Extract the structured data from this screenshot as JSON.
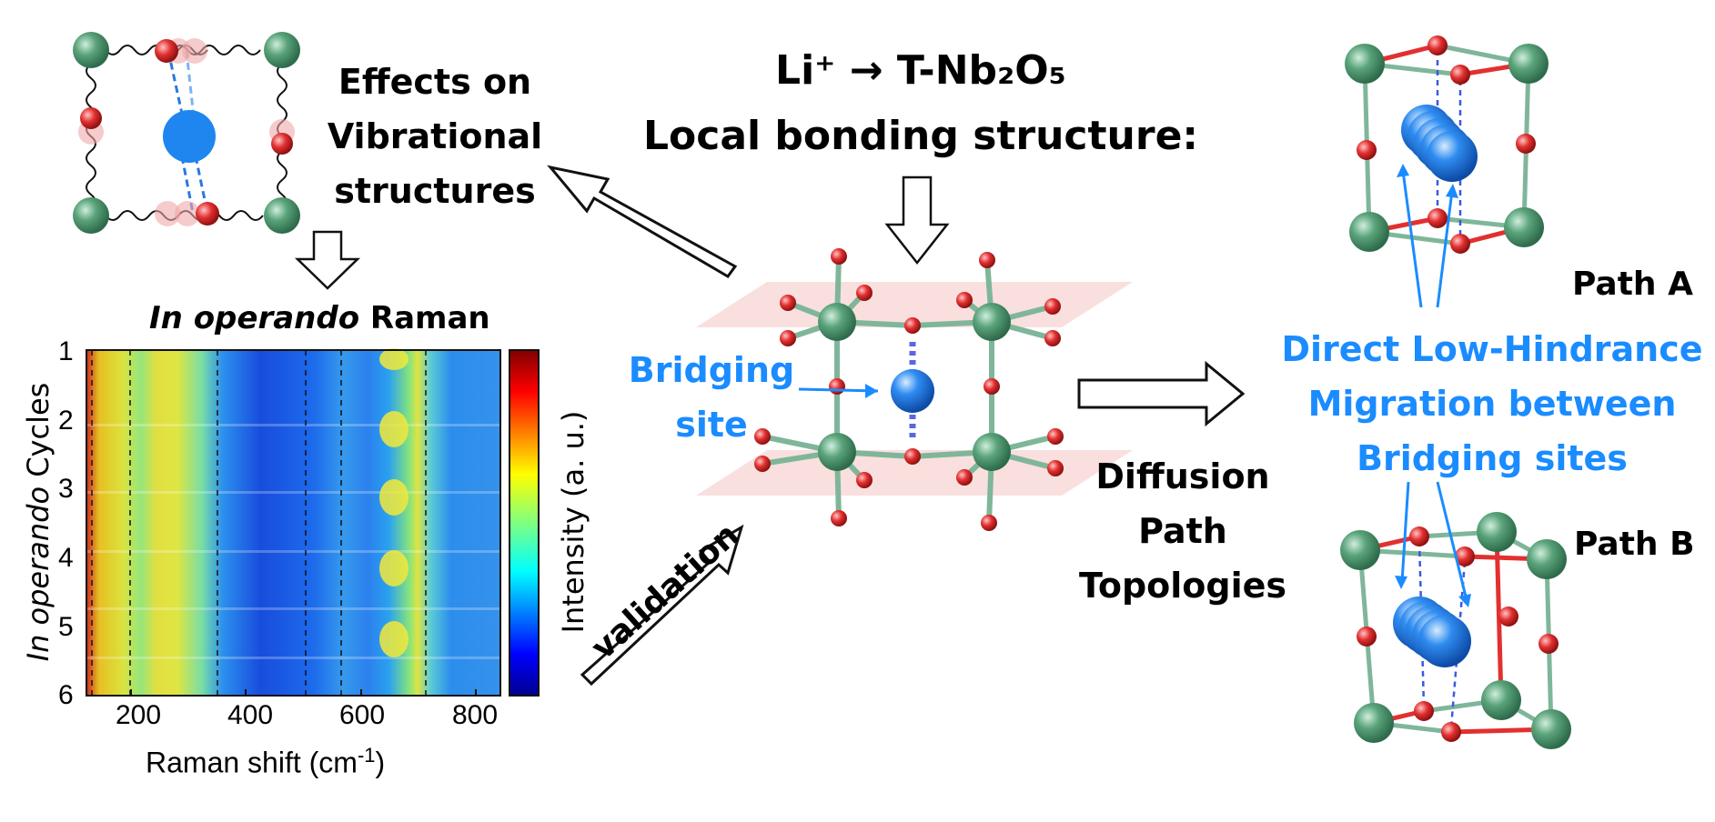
{
  "top_effects": {
    "line1": "Effects on",
    "line2": "Vibrational",
    "line3": "structures"
  },
  "header": {
    "reaction": "Li⁺ → T-Nb₂O₅",
    "subtitle": "Local bonding structure:"
  },
  "raman": {
    "title_italic": "In operando",
    "title_normal": "Raman",
    "y_label_italic": "In operando",
    "y_label_normal": "Cycles",
    "x_label": "Raman shift (cm",
    "x_label_sup": "-1",
    "x_label_close": ")",
    "colorbar_label": "Intensity (a. u.)",
    "x_ticks": [
      "200",
      "400",
      "600",
      "800"
    ],
    "y_ticks": [
      "1",
      "2",
      "3",
      "4",
      "5",
      "6"
    ]
  },
  "center": {
    "bridging_1": "Bridging",
    "bridging_2": "site",
    "validation": "validation"
  },
  "diffusion": {
    "line1": "Diffusion",
    "line2": "Path",
    "line3": "Topologies"
  },
  "right": {
    "path_a": "Path A",
    "path_b": "Path B",
    "migration_1": "Direct Low-Hindrance",
    "migration_2": "Migration between",
    "migration_3": "Bridging sites"
  },
  "colors": {
    "accent_blue": "#1a8cff",
    "nb_green": "#5aa37a",
    "oxygen_red": "#e23030",
    "li_blue": "#1f7be0"
  }
}
